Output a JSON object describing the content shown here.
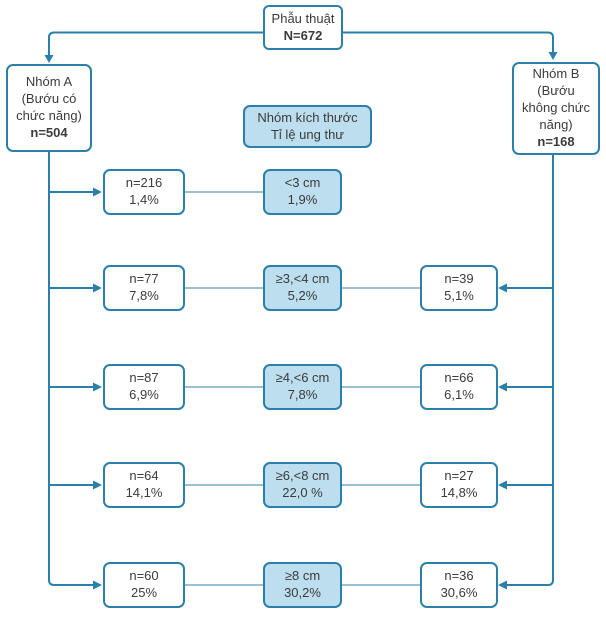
{
  "colors": {
    "line": "#2a80aa",
    "row_link": "#5c9cbe",
    "box_border": "#2a80aa",
    "box_fill_light": "#bcdeee",
    "box_fill_white": "#ffffff",
    "text": "#3b3b3b"
  },
  "top": {
    "title": "Phẫu thuật",
    "n": "N=672"
  },
  "group_a": {
    "title": "Nhóm A (Bướu có chức năng)",
    "n": "n=504"
  },
  "group_b": {
    "title": "Nhóm B (Bướu không chức năng)",
    "n": "n=168"
  },
  "legend": {
    "line1": "Nhóm kích thước",
    "line2": "Tỉ lệ ung thư"
  },
  "rows": [
    {
      "left": {
        "n": "n=216",
        "pct": "1,4%"
      },
      "size": {
        "label": "<3 cm",
        "pct": "1,9%"
      },
      "right": null
    },
    {
      "left": {
        "n": "n=77",
        "pct": "7,8%"
      },
      "size": {
        "label": "≥3,<4 cm",
        "pct": "5,2%"
      },
      "right": {
        "n": "n=39",
        "pct": "5,1%"
      }
    },
    {
      "left": {
        "n": "n=87",
        "pct": "6,9%"
      },
      "size": {
        "label": "≥4,<6 cm",
        "pct": "7,8%"
      },
      "right": {
        "n": "n=66",
        "pct": "6,1%"
      }
    },
    {
      "left": {
        "n": "n=64",
        "pct": "14,1%"
      },
      "size": {
        "label": "≥6,<8 cm",
        "pct": "22,0 %"
      },
      "right": {
        "n": "n=27",
        "pct": "14,8%"
      }
    },
    {
      "left": {
        "n": "n=60",
        "pct": "25%"
      },
      "size": {
        "label": "≥8 cm",
        "pct": "30,2%"
      },
      "right": {
        "n": "n=36",
        "pct": "30,6%"
      }
    }
  ]
}
